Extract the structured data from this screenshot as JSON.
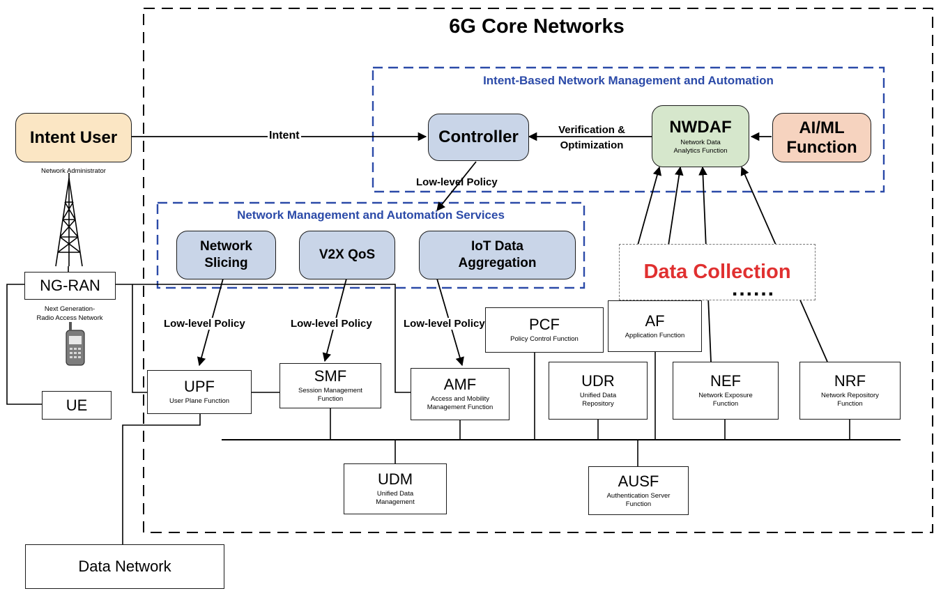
{
  "title": "6G Core Networks",
  "intent_user": {
    "label": "Intent User",
    "sub": "Network Administrator"
  },
  "intent_label": "Intent",
  "ibn": {
    "title": "Intent-Based Network Management and Automation",
    "controller": "Controller",
    "verification": [
      "Verification &",
      "Optimization"
    ],
    "nwdaf": {
      "label": "NWDAF",
      "sub": [
        "Network Data",
        "Analytics Function"
      ]
    },
    "aiml": [
      "AI/ML",
      "Function"
    ]
  },
  "low_level_policy": "Low-level Policy",
  "nmas": {
    "title": "Network Management and Automation Services",
    "services": [
      [
        "Network",
        "Slicing"
      ],
      [
        "V2X QoS"
      ],
      [
        "IoT Data",
        "Aggregation"
      ]
    ]
  },
  "data_collection": "Data Collection",
  "ellipsis": "......",
  "ran": {
    "label": "NG-RAN",
    "sub": [
      "Next Generation-",
      "Radio Access Network"
    ]
  },
  "ue": "UE",
  "data_network": "Data Network",
  "functions": {
    "upf": {
      "label": "UPF",
      "sub": [
        "User Plane Function"
      ]
    },
    "smf": {
      "label": "SMF",
      "sub": [
        "Session Management",
        "Function"
      ]
    },
    "amf": {
      "label": "AMF",
      "sub": [
        "Access and Mobility",
        "Management Function"
      ]
    },
    "pcf": {
      "label": "PCF",
      "sub": [
        "Policy Control Function"
      ]
    },
    "af": {
      "label": "AF",
      "sub": [
        "Application Function"
      ]
    },
    "udr": {
      "label": "UDR",
      "sub": [
        "Unified Data",
        "Repository"
      ]
    },
    "nef": {
      "label": "NEF",
      "sub": [
        "Network Exposure",
        "Function"
      ]
    },
    "nrf": {
      "label": "NRF",
      "sub": [
        "Network Repository",
        "Function"
      ]
    },
    "udm": {
      "label": "UDM",
      "sub": [
        "Unified Data",
        "Management"
      ]
    },
    "ausf": {
      "label": "AUSF",
      "sub": [
        "Authentication Server",
        "Function"
      ]
    }
  },
  "colors": {
    "controller_fill": "#c9d5e8",
    "nwdaf_fill": "#d6e7cc",
    "aiml_fill": "#f6d3bf",
    "intent_user_fill": "#fbe6c4",
    "group_border": "#2b4aa8",
    "data_collection_text": "#e03030"
  }
}
